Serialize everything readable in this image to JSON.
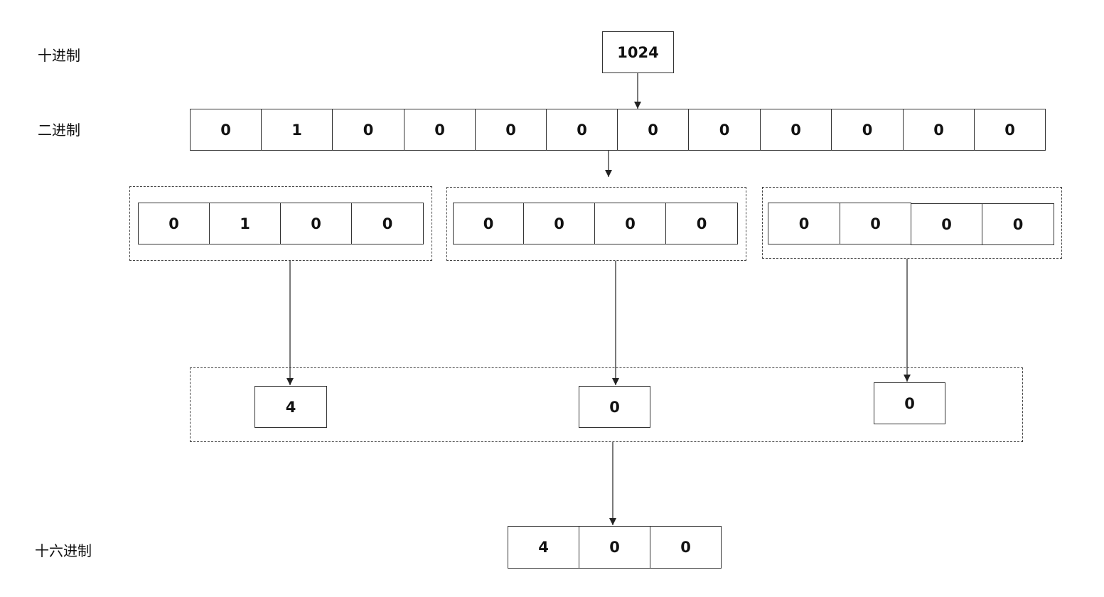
{
  "labels": {
    "decimal": "十进制",
    "binary": "二进制",
    "hex": "十六进制"
  },
  "decimal_value": "1024",
  "binary_bits": [
    "0",
    "1",
    "0",
    "0",
    "0",
    "0",
    "0",
    "0",
    "0",
    "0",
    "0",
    "0"
  ],
  "groups": [
    {
      "bits": [
        "0",
        "1",
        "0",
        "0"
      ]
    },
    {
      "bits": [
        "0",
        "0",
        "0",
        "0"
      ]
    },
    {
      "bits": [
        "0",
        "0",
        "0",
        "0"
      ]
    }
  ],
  "hex_digits": [
    "4",
    "0",
    "0"
  ],
  "hex_result": [
    "4",
    "0",
    "0"
  ]
}
